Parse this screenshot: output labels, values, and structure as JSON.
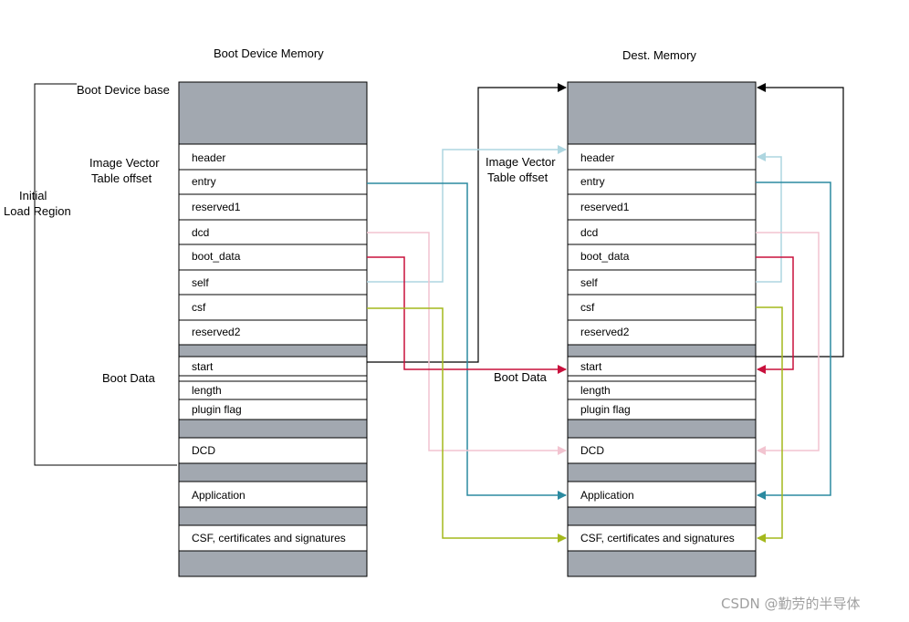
{
  "left": {
    "title": "Boot Device Memory",
    "base_label": "Boot Device base",
    "ivt_label_1": "Image Vector",
    "ivt_label_2": "Table offset",
    "region_label_1": "Initial",
    "region_label_2": "Load Region",
    "boot_data_label": "Boot Data"
  },
  "right": {
    "title": "Dest. Memory",
    "ivt_label_1": "Image Vector",
    "ivt_label_2": "Table offset",
    "boot_data_label": "Boot Data"
  },
  "cells": {
    "header": "header",
    "entry": "entry",
    "reserved1": "reserved1",
    "dcd": "dcd",
    "boot_data": "boot_data",
    "self": "self",
    "csf": "csf",
    "reserved2": "reserved2",
    "start": "start",
    "length": "length",
    "plugin_flag": "plugin flag",
    "DCD": "DCD",
    "application": "Application",
    "csf_certs": "CSF, certificates and signatures"
  },
  "colors": {
    "self_arrow": "#aed6e0",
    "entry_arrow": "#2b8aa0",
    "dcd_arrow": "#f2c4d0",
    "boot_data_arrow": "#c8103c",
    "csf_arrow": "#a4b81c",
    "start_arrow": "#000000"
  },
  "watermark": "CSDN @勤劳的半导体"
}
